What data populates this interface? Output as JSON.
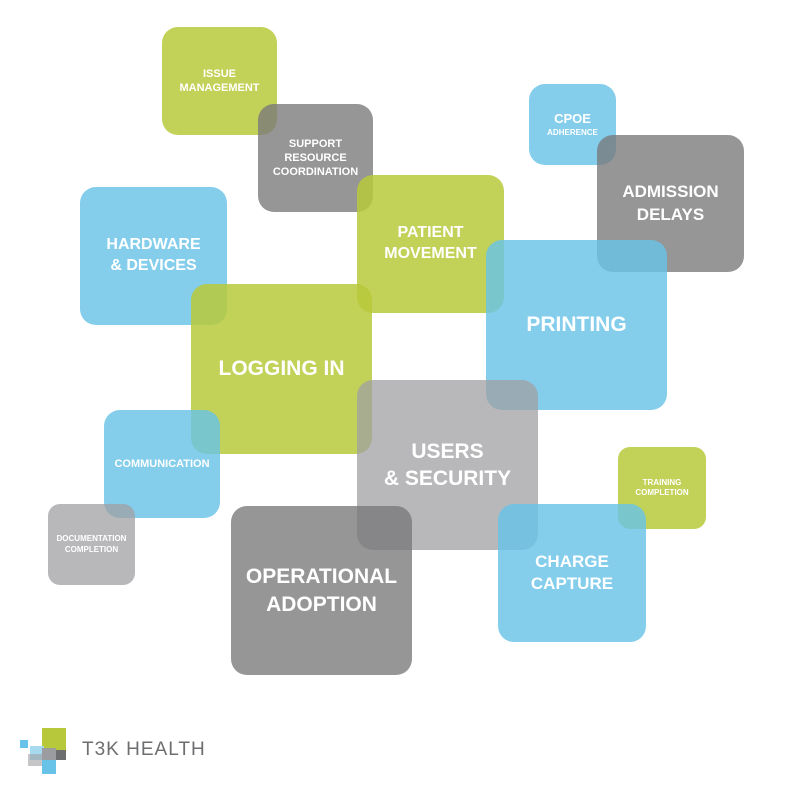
{
  "tiles": {
    "issue_management": "ISSUE\nMANAGEMENT",
    "support_resource": "SUPPORT\nRESOURCE\nCOORDINATION",
    "cpoe": "CPOE",
    "cpoe_sub": "ADHERENCE",
    "admission_delays": "ADMISSION\nDELAYS",
    "hardware_devices": "HARDWARE\n& DEVICES",
    "patient_movement": "PATIENT\nMOVEMENT",
    "printing": "PRINTING",
    "logging_in": "LOGGING IN",
    "users_security": "USERS\n& SECURITY",
    "communication": "COMMUNICATION",
    "documentation_completion": "DOCUMENTATION\nCOMPLETION",
    "training_completion": "TRAINING\nCOMPLETION",
    "operational_adoption": "OPERATIONAL\nADOPTION",
    "charge_capture": "CHARGE\nCAPTURE"
  },
  "brand": {
    "name": "T3K HEALTH"
  },
  "colors": {
    "green": "#b7c93a",
    "blue": "#69c3e8",
    "dark_gray": "#78797a",
    "light_gray": "#a0a0a3"
  }
}
